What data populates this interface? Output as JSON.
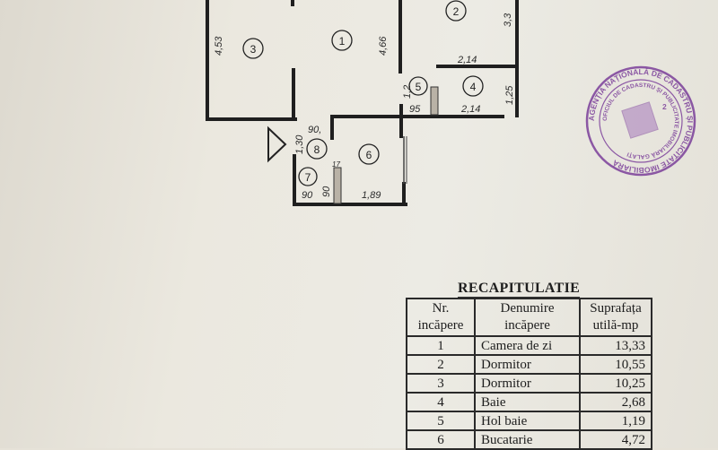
{
  "plan": {
    "rooms": [
      "1",
      "2",
      "3",
      "4",
      "5",
      "6",
      "7",
      "8"
    ],
    "dimensions": {
      "room3_height": "4,53",
      "room1_height": "4,66",
      "room2_height": "3,3",
      "room2_width": "2,14",
      "room4_height": "1,25",
      "room4_width": "2,14",
      "hall_width": "95",
      "hall_height": "1,2",
      "entry_width": "90,",
      "entry_height": "1,30",
      "wall_17": "17",
      "room7_width": "90",
      "room7_height": "90",
      "room6_width": "1,89"
    }
  },
  "stamp": {
    "outer_text": "AGENȚIA NAȚIONALĂ DE CADASTRU ȘI PUBLICITATE IMOBILIARĂ",
    "inner_text": "OFICIUL DE CADASTRU ȘI PUBLICITATE IMOBILIARĂ GALAȚI",
    "number": "2",
    "color": "#7b3f9a"
  },
  "recap": {
    "title": "RECAPITULATIE",
    "headers": [
      "Nr. incăpere",
      "Denumire incăpere",
      "Suprafața utilă-mp"
    ],
    "rows": [
      {
        "nr": "1",
        "name": "Camera de zi",
        "area": "13,33"
      },
      {
        "nr": "2",
        "name": "Dormitor",
        "area": "10,55"
      },
      {
        "nr": "3",
        "name": "Dormitor",
        "area": "10,25"
      },
      {
        "nr": "4",
        "name": "Baie",
        "area": "2,68"
      },
      {
        "nr": "5",
        "name": "Hol baie",
        "area": "1,19"
      },
      {
        "nr": "6",
        "name": "Bucatarie",
        "area": "4,72"
      }
    ]
  }
}
